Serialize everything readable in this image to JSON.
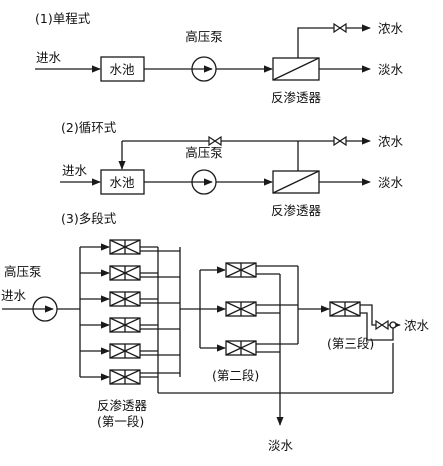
{
  "single_pass": {
    "heading": "(1)单程式",
    "inlet_label": "进水",
    "tank_label": "水池",
    "pump_label": "高压泵",
    "membrane_label": "反渗透器",
    "concentrate_label": "浓水",
    "product_label": "淡水"
  },
  "recirculation": {
    "heading": "(2)循环式",
    "inlet_label": "进水",
    "tank_label": "水池",
    "pump_label": "高压泵",
    "membrane_label": "反渗透器",
    "concentrate_label": "浓水",
    "product_label": "淡水"
  },
  "multistage": {
    "heading": "(3)多段式",
    "pump_label": "高压泵",
    "inlet_label": "进水",
    "concentrate_label": "浓水",
    "stage2_label": "(第二段)",
    "stage3_label": "(第三段)",
    "stage1_label_line1": "反渗透器",
    "stage1_label_line2": "(第一段)",
    "product_label": "淡水"
  }
}
